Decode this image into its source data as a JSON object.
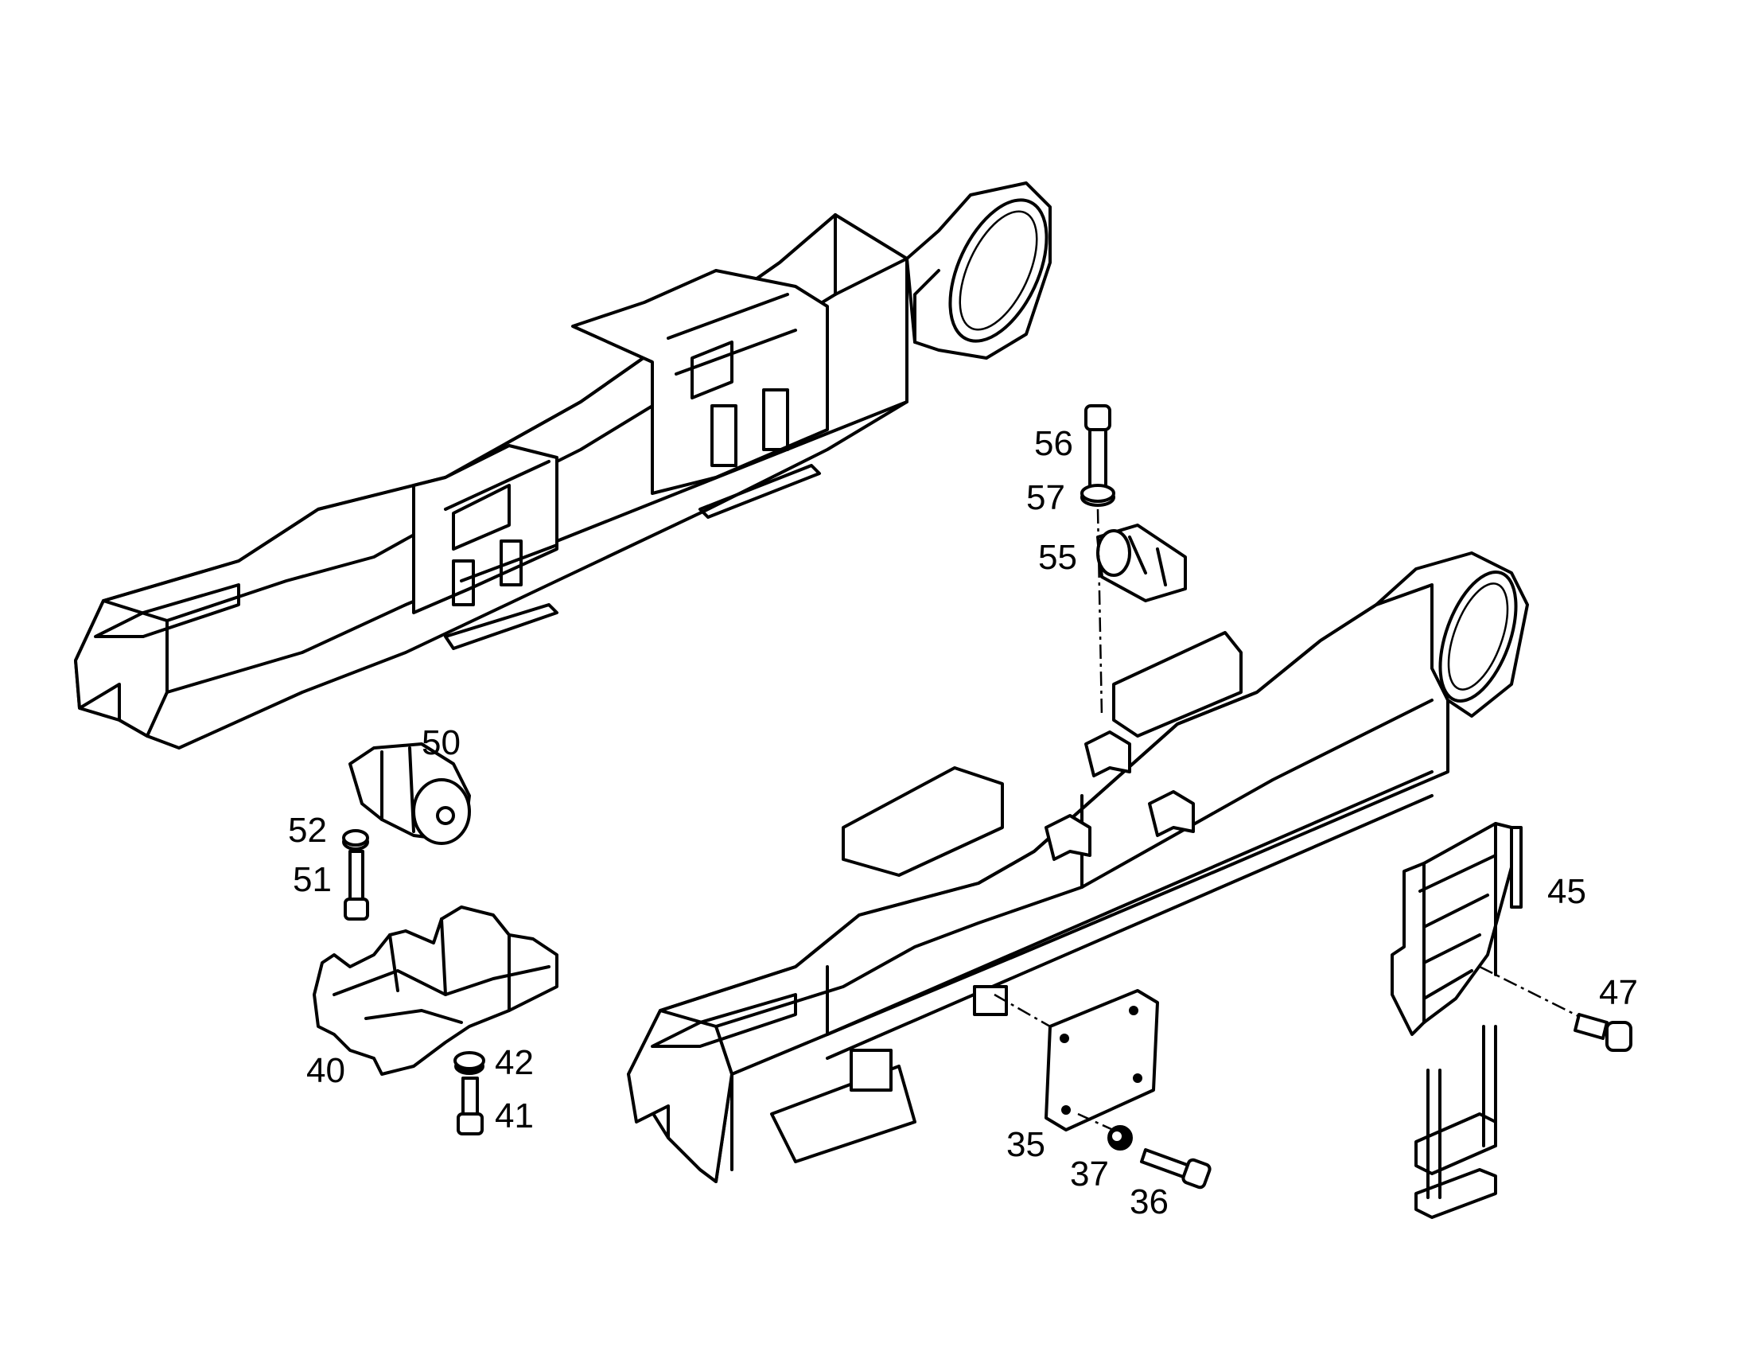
{
  "callouts": {
    "c56": "56",
    "c57": "57",
    "c55": "55",
    "c50": "50",
    "c52": "52",
    "c51": "51",
    "c40": "40",
    "c42": "42",
    "c41": "41",
    "c45": "45",
    "c47": "47",
    "c35": "35",
    "c37": "37",
    "c36": "36"
  }
}
